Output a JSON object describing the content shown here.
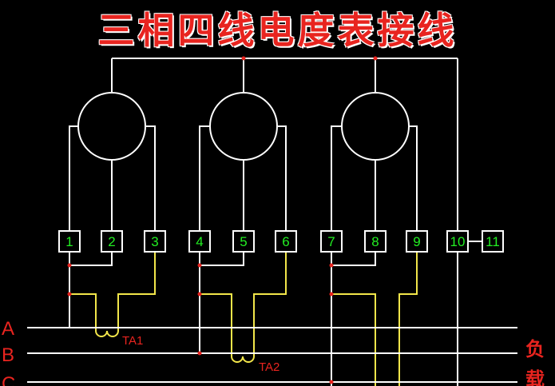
{
  "title": "三相四线电度表接线",
  "terminals": [
    "1",
    "2",
    "3",
    "4",
    "5",
    "6",
    "7",
    "8",
    "9",
    "10",
    "11"
  ],
  "phases": [
    "A",
    "B",
    "C"
  ],
  "current_transformers": [
    "TA1",
    "TA2"
  ],
  "load_label": [
    "负",
    "载"
  ],
  "colors": {
    "background": "#000000",
    "wire": "#ffffff",
    "ct_wire": "#f2e64a",
    "terminal_text": "#22ee22",
    "label": "#e8241f",
    "node": "#e8241f"
  }
}
